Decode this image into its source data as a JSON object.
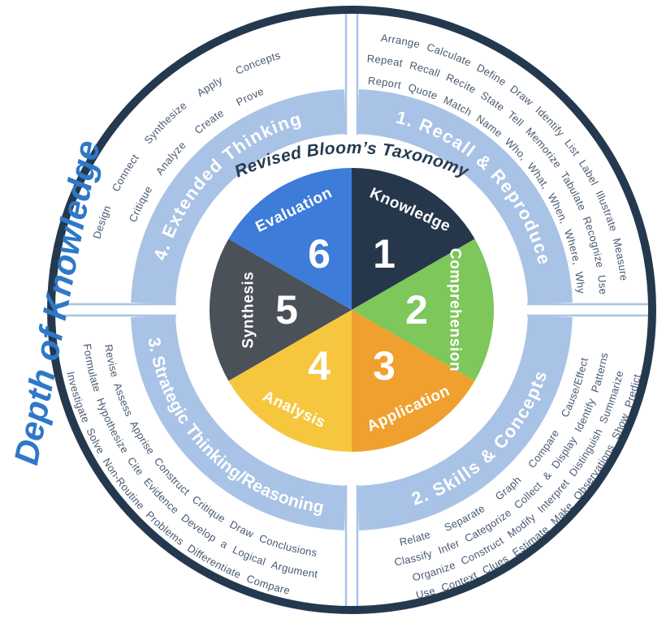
{
  "title": "Revised Bloom’s Taxonomy",
  "axis_label": "Depth of Knowledge",
  "wheel": {
    "slices": [
      {
        "num": "1",
        "label": "Knowledge",
        "color": "#26374b"
      },
      {
        "num": "2",
        "label": "Comprehension",
        "color": "#7dc75b"
      },
      {
        "num": "3",
        "label": "Application",
        "color": "#f0a02f"
      },
      {
        "num": "4",
        "label": "Analysis",
        "color": "#f6c73e"
      },
      {
        "num": "5",
        "label": "Synthesis",
        "color": "#4b5158"
      },
      {
        "num": "6",
        "label": "Evaluation",
        "color": "#3d7cd9"
      }
    ],
    "quadrants": [
      {
        "label": "1. Recall & Reproduce",
        "verbs": [
          "Arrange Calculate Define Draw Identify List Label Illustrate Measure",
          "Repeat Recall Recite State Tell Memorize Tabulate Recognize Use",
          "Report Quote Match Name Who, What, When, Where, Why"
        ]
      },
      {
        "label": "2. Skills & Concepts",
        "verbs": [
          "Relate Separate Graph Compare Cause/Effect",
          "Classify Infer Categorize Collect & Display Identify Patterns",
          "Organize Construct Modify Interpret Distinguish Summarize",
          "Use Context Clues Estimate Make Observations Show Predict"
        ]
      },
      {
        "label": "3. Strategic Thinking/Reasoning",
        "verbs": [
          "Revise Assess Apprise Construct Critique Draw Conclusions",
          "Formulate Hypothesize Cite Evidence Develop a Logical Argument",
          "Investigate Solve Non-Routine Problems Differentiate Compare"
        ]
      },
      {
        "label": "4. Extended Thinking",
        "verbs": [
          "Design Connect Synthesize Apply Concepts",
          "Critique Analyze Create Prove"
        ]
      }
    ]
  },
  "colors": {
    "outer_ring": "#24394e",
    "band": "#a9c3e6",
    "verb_text": "#485972",
    "quadrant_label_text": "#ffffff",
    "slice_label_text": "#ffffff",
    "number_text": "#ffffff",
    "title_text": "#263a50",
    "dok_text": "#2e78c8"
  }
}
